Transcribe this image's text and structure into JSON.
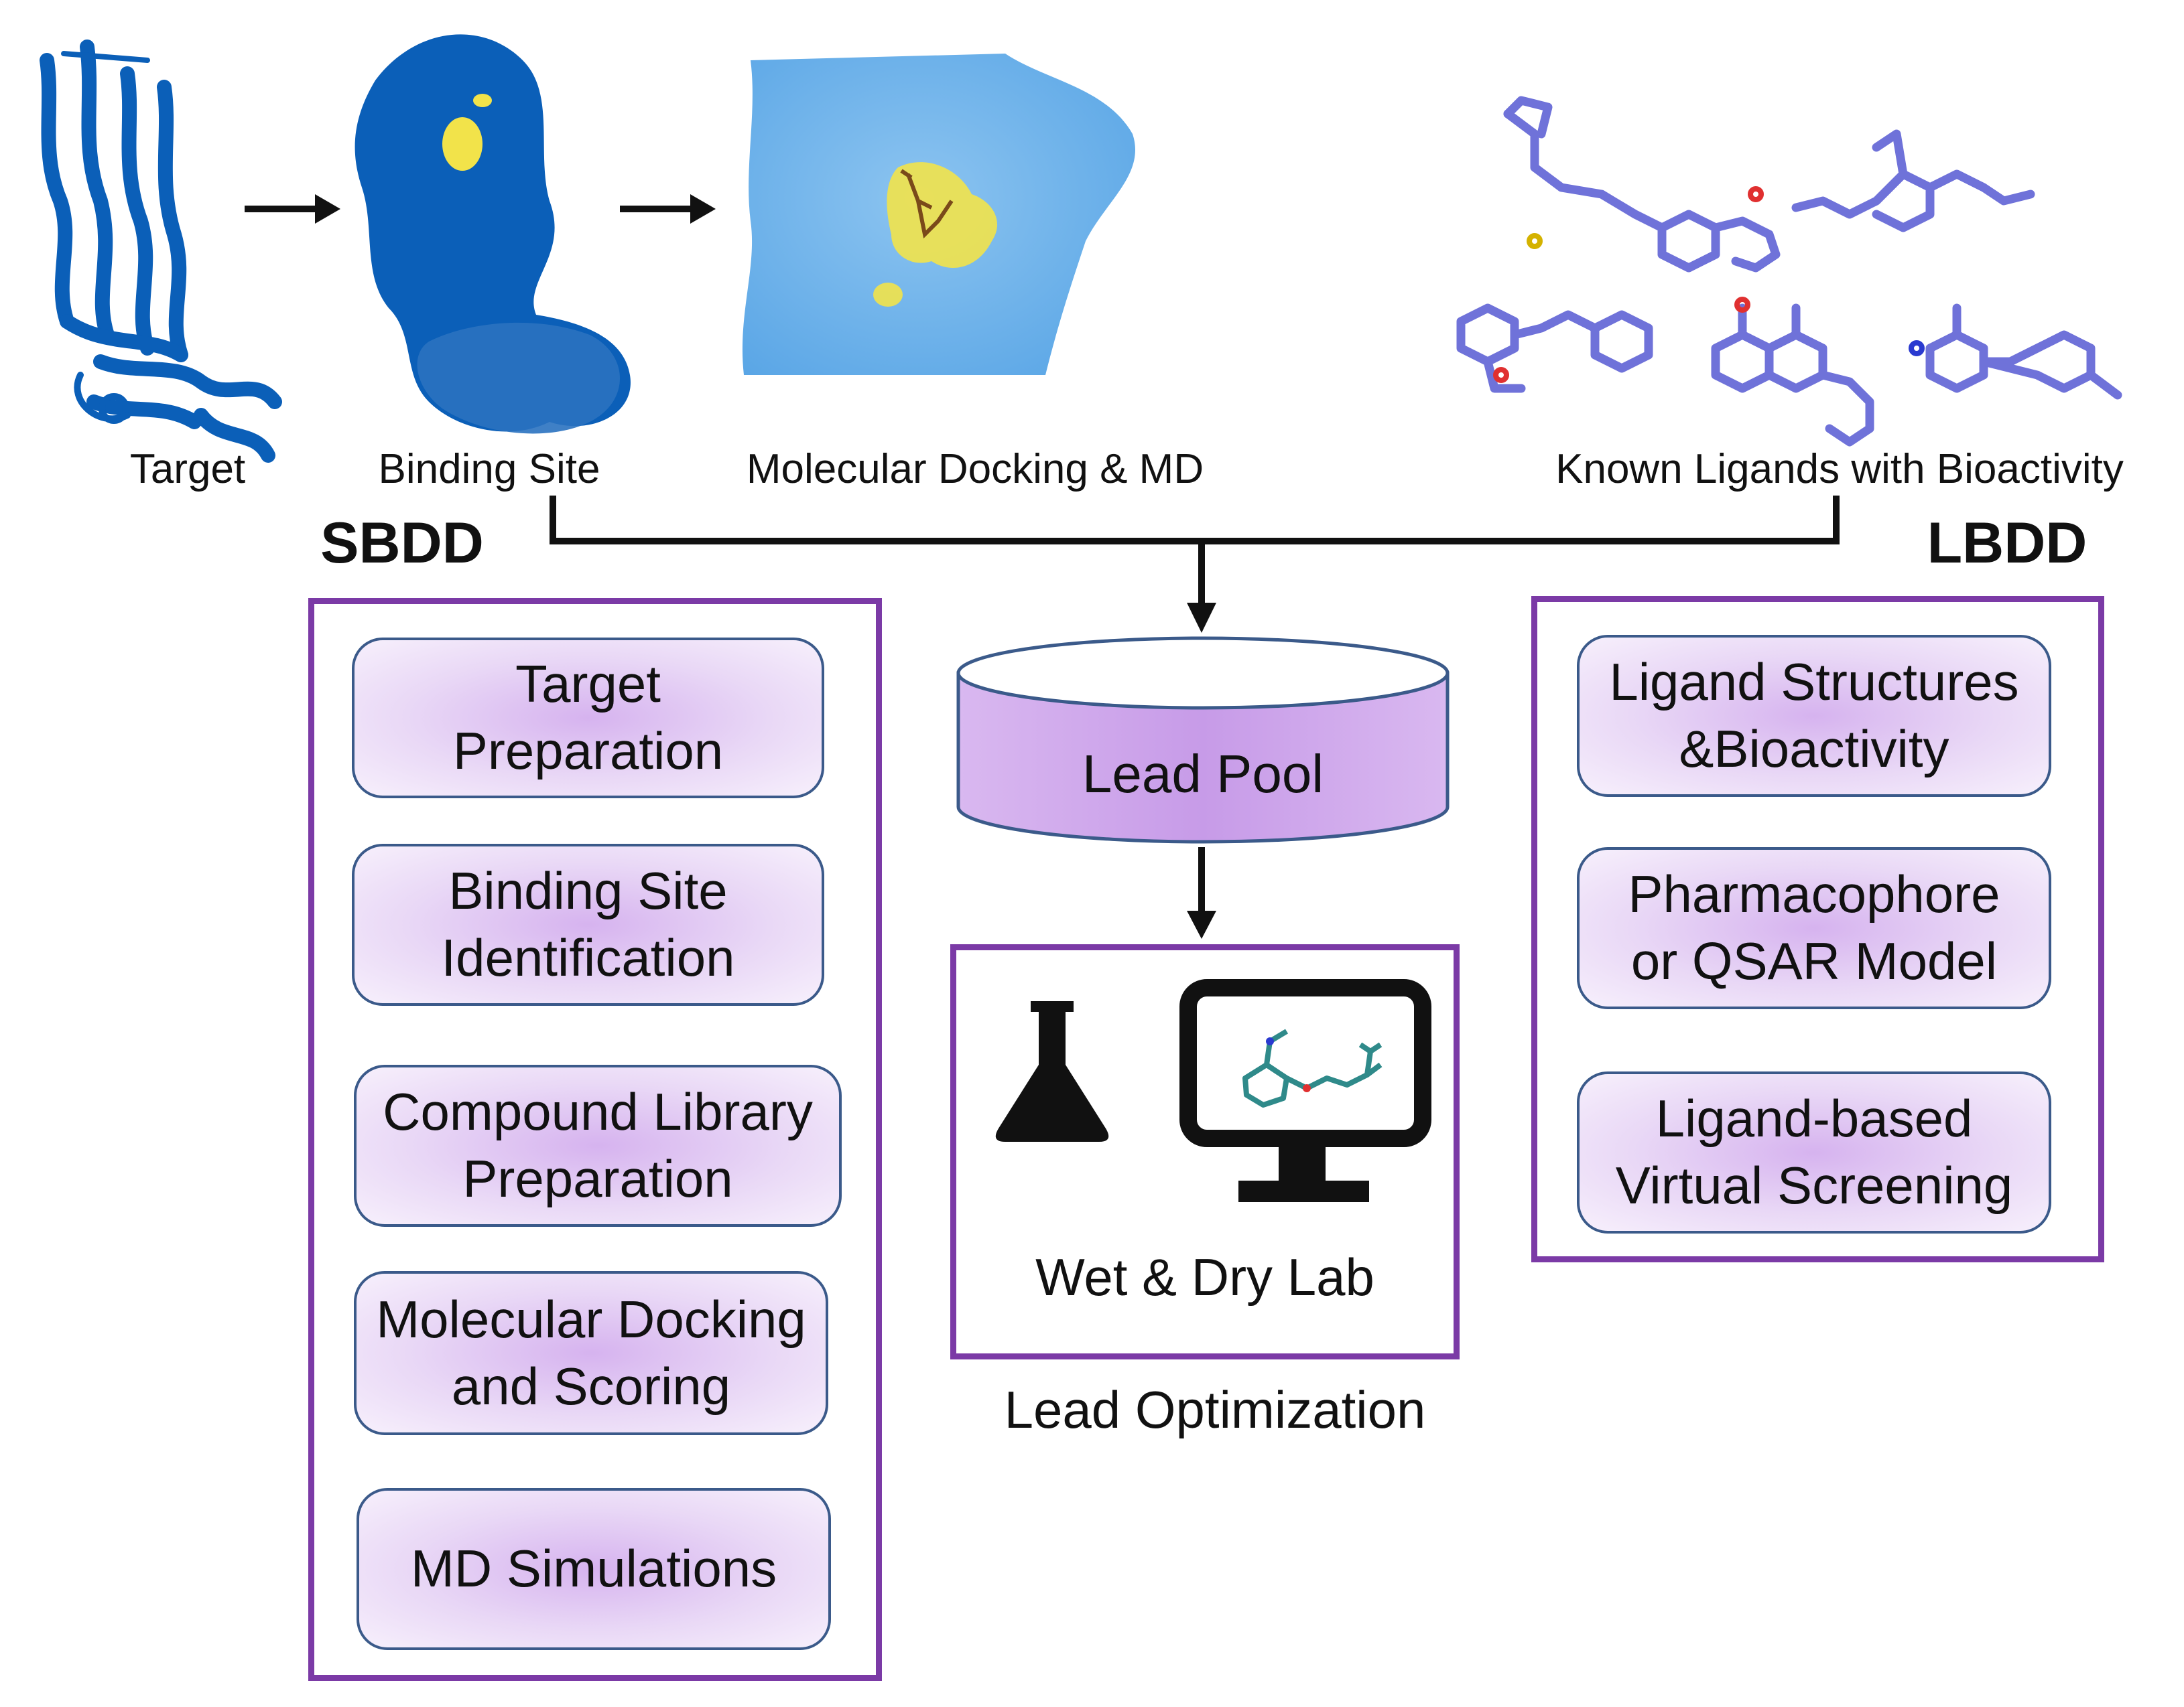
{
  "image_labels": {
    "target": "Target",
    "binding_site": "Binding Site",
    "docking_md": "Molecular Docking & MD",
    "known_ligands": "Known Ligands with Bioactivity"
  },
  "sections": {
    "sbdd": "SBDD",
    "lbdd": "LBDD"
  },
  "sbdd_steps": [
    "Target\nPreparation",
    "Binding Site\nIdentification",
    "Compound Library\nPreparation",
    "Molecular Docking\nand Scoring",
    "MD Simulations"
  ],
  "lbdd_steps": [
    "Ligand Structures\n&Bioactivity",
    "Pharmacophore\nor QSAR Model",
    "Ligand-based\nVirtual Screening"
  ],
  "center": {
    "lead_pool": "Lead Pool",
    "wet_dry_lab": "Wet & Dry Lab",
    "lead_optimization": "Lead Optimization"
  },
  "colors": {
    "protein_dark": "#0b5fb8",
    "protein_surface": "#6fb3ea",
    "binding_pocket": "#f2e34a",
    "ligand": "#6f72d9",
    "box_border": "#7b3aa6",
    "pill_fill": "#d6b3ef",
    "arrow": "#111111"
  }
}
